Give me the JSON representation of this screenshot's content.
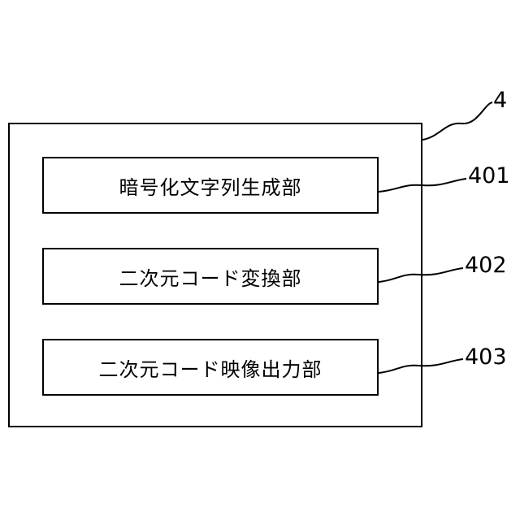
{
  "diagram": {
    "container_ref": "4",
    "blocks": [
      {
        "label": "暗号化文字列生成部",
        "ref": "401"
      },
      {
        "label": "二次元コード変換部",
        "ref": "402"
      },
      {
        "label": "二次元コード映像出力部",
        "ref": "403"
      }
    ]
  }
}
